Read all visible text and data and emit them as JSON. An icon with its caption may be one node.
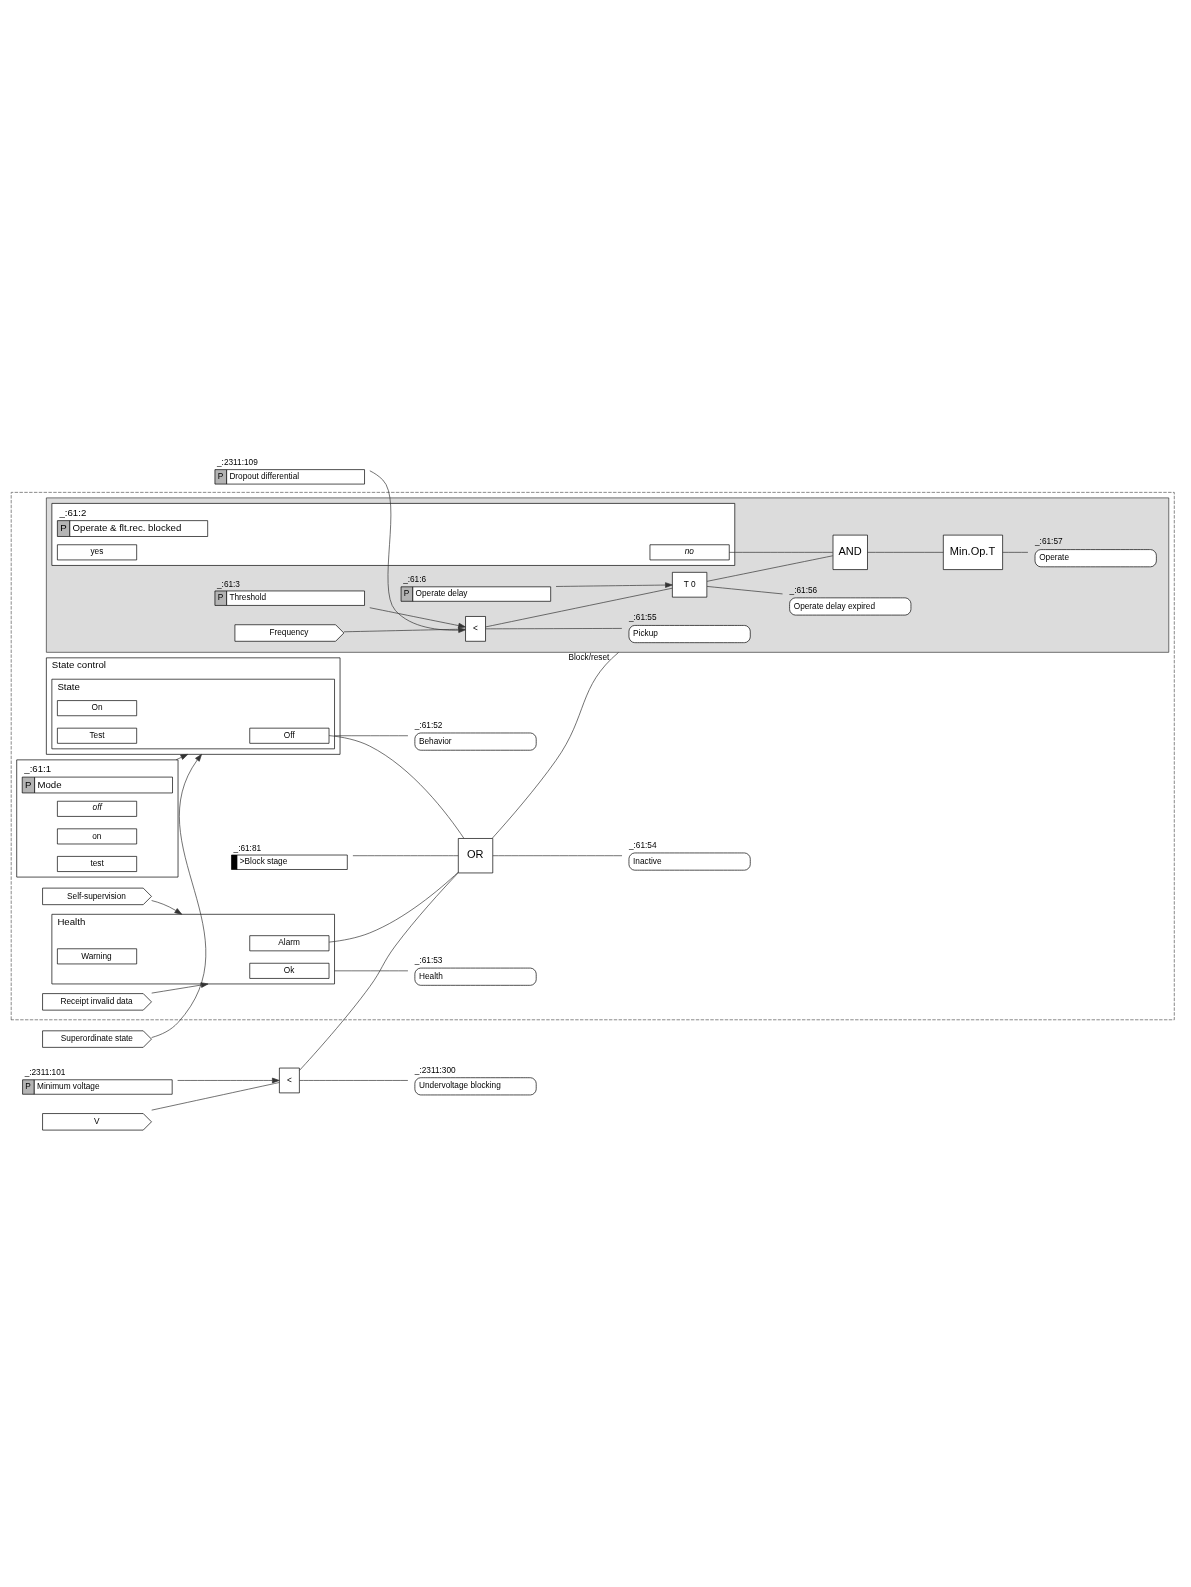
{
  "diagram": {
    "nodes": [
      {
        "text": [
          "P",
          "Dropout differential"
        ],
        "beside": [
          "_:2311:109"
        ]
      },
      {
        "text": [],
        "shape": "box"
      },
      {
        "text": [],
        "shape": "box",
        "in": 1
      },
      {
        "text": [
          "Pickup"
        ],
        "beside": [
          "_:61:55"
        ],
        "in": 2
      },
      {
        "text": [
          "P",
          "Threshold"
        ],
        "beside": [
          "_:61:3"
        ],
        "in": 2
      },
      {
        "text": [
          "P",
          "Operate delay"
        ],
        "beside": [
          "_:61:6"
        ],
        "in": 2
      },
      {
        "text": [
          "Frequency"
        ],
        "in": 2
      },
      {
        "text": [
          "<"
        ],
        "in": 2
      },
      {
        "text": [
          "T 0"
        ],
        "in": 2
      },
      {
        "text": [
          "Operate delay expired"
        ],
        "beside": [
          "_:61:56"
        ],
        "in": 2
      },
      {
        "text": [
          "P",
          "Operate & flt.rec. blocked"
        ],
        "beside": [
          "_:61:2"
        ],
        "in": 2
      },
      {
        "text": [
          "no"
        ],
        "in": 10
      },
      {
        "text": [
          "yes"
        ],
        "in": 10
      },
      {
        "text": [
          "AND"
        ],
        "in": 2
      },
      {
        "text": [
          "Min.Op.T"
        ],
        "in": 2
      },
      {
        "text": [
          "Operate"
        ],
        "beside": [
          "_:61:57"
        ],
        "in": 2
      },
      {
        "text": [
          ">Block stage"
        ],
        "beside": [
          "_:61:81"
        ],
        "in": 1
      },
      {
        "text": [
          "OR"
        ],
        "in": 1
      },
      {
        "text": [
          "Inactive"
        ],
        "beside": [
          "_:61:54"
        ],
        "in": 1
      },
      {
        "text": [
          "Receipt invalid data"
        ],
        "in": 1
      },
      {
        "text": [
          "Self-supervision"
        ],
        "in": 1
      },
      {
        "text": [
          "Health"
        ],
        "in": 1
      },
      {
        "text": [
          "Ok"
        ],
        "in": 21
      },
      {
        "text": [
          "Warning"
        ],
        "in": 21
      },
      {
        "text": [
          "Alarm"
        ],
        "in": 21
      },
      {
        "text": [
          "Health"
        ],
        "beside": [
          "_:61:53"
        ],
        "in": 1
      },
      {
        "text": [
          "P",
          "Mode"
        ],
        "beside": [
          "_:61:1"
        ],
        "in": 1
      },
      {
        "text": [
          "off"
        ],
        "in": 26
      },
      {
        "text": [
          "on"
        ],
        "in": 26
      },
      {
        "text": [
          "test"
        ],
        "in": 26
      },
      {
        "text": [
          "State control"
        ],
        "in": 1
      },
      {
        "text": [
          "State"
        ],
        "in": 30
      },
      {
        "text": [
          "Off"
        ],
        "in": 31
      },
      {
        "text": [
          "On"
        ],
        "in": 31
      },
      {
        "text": [
          "Test"
        ],
        "in": 31
      },
      {
        "text": [
          "Behavior"
        ],
        "beside": [
          "_:61:52"
        ],
        "in": 1
      },
      {
        "text": [
          "Superordinate state"
        ]
      },
      {
        "text": [
          "P",
          "Minimum voltage"
        ],
        "beside": [
          "_:2311:101"
        ]
      },
      {
        "text": [
          "V"
        ]
      },
      {
        "text": [
          "<"
        ]
      },
      {
        "text": [
          "Undervoltage blocking"
        ],
        "beside": [
          "_:2311:300"
        ]
      }
    ],
    "edges": [
      {
        "from": 0,
        "to": 7,
        "arrow": "to"
      },
      {
        "from": 4,
        "to": 7,
        "arrow": "to"
      },
      {
        "from": 6,
        "to": 7,
        "arrow": "none"
      },
      {
        "from": 7,
        "to": 3,
        "arrow": "none"
      },
      {
        "from": 7,
        "to": 8,
        "arrow": "none"
      },
      {
        "from": 5,
        "to": 8,
        "arrow": "to"
      },
      {
        "from": 8,
        "to": 9,
        "arrow": "none"
      },
      {
        "from": 8,
        "to": 13,
        "arrow": "none"
      },
      {
        "from": 11,
        "to": 13,
        "arrow": "none"
      },
      {
        "from": 13,
        "to": 14,
        "arrow": "none"
      },
      {
        "from": 14,
        "to": 15,
        "arrow": "none"
      },
      {
        "from": 16,
        "to": 17,
        "arrow": "none"
      },
      {
        "from": 24,
        "to": 17,
        "arrow": "none"
      },
      {
        "from": 32,
        "to": 17,
        "arrow": "none"
      },
      {
        "from": 39,
        "to": 17,
        "arrow": "none"
      },
      {
        "from": 17,
        "to": 18,
        "arrow": "none"
      },
      {
        "from": 17,
        "to": 2,
        "arrow": "none",
        "label": "Block/reset"
      },
      {
        "from": 19,
        "to": 21,
        "arrow": "to"
      },
      {
        "from": 20,
        "to": 21,
        "arrow": "to"
      },
      {
        "from": 21,
        "to": 25,
        "arrow": "none"
      },
      {
        "from": 26,
        "to": 30,
        "arrow": "to"
      },
      {
        "from": 36,
        "to": 30,
        "arrow": "to"
      },
      {
        "from": 31,
        "to": 35,
        "arrow": "none"
      },
      {
        "from": 37,
        "to": 39,
        "arrow": "to"
      },
      {
        "from": 38,
        "to": 39,
        "arrow": "none"
      },
      {
        "from": 39,
        "to": 40,
        "arrow": "none"
      }
    ]
  }
}
